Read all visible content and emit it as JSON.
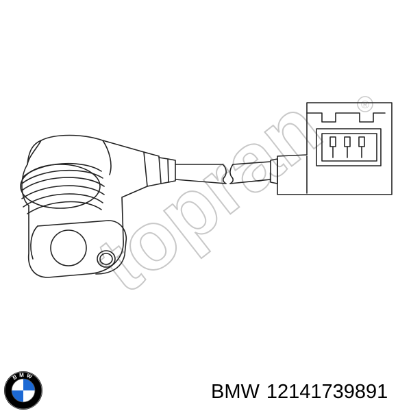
{
  "watermark": {
    "text": "topran",
    "registered_mark": "®"
  },
  "brand_logo": {
    "letters": "BMW",
    "icon": "bmw-roundel-icon",
    "colors": {
      "ring": "#000000",
      "blue": "#1c69d4",
      "white": "#ffffff"
    }
  },
  "part_label": {
    "brand": "BMW",
    "part_number": "12141739891"
  },
  "colors": {
    "line": "#222222",
    "watermark": "#c8c8c8",
    "background": "#ffffff"
  }
}
